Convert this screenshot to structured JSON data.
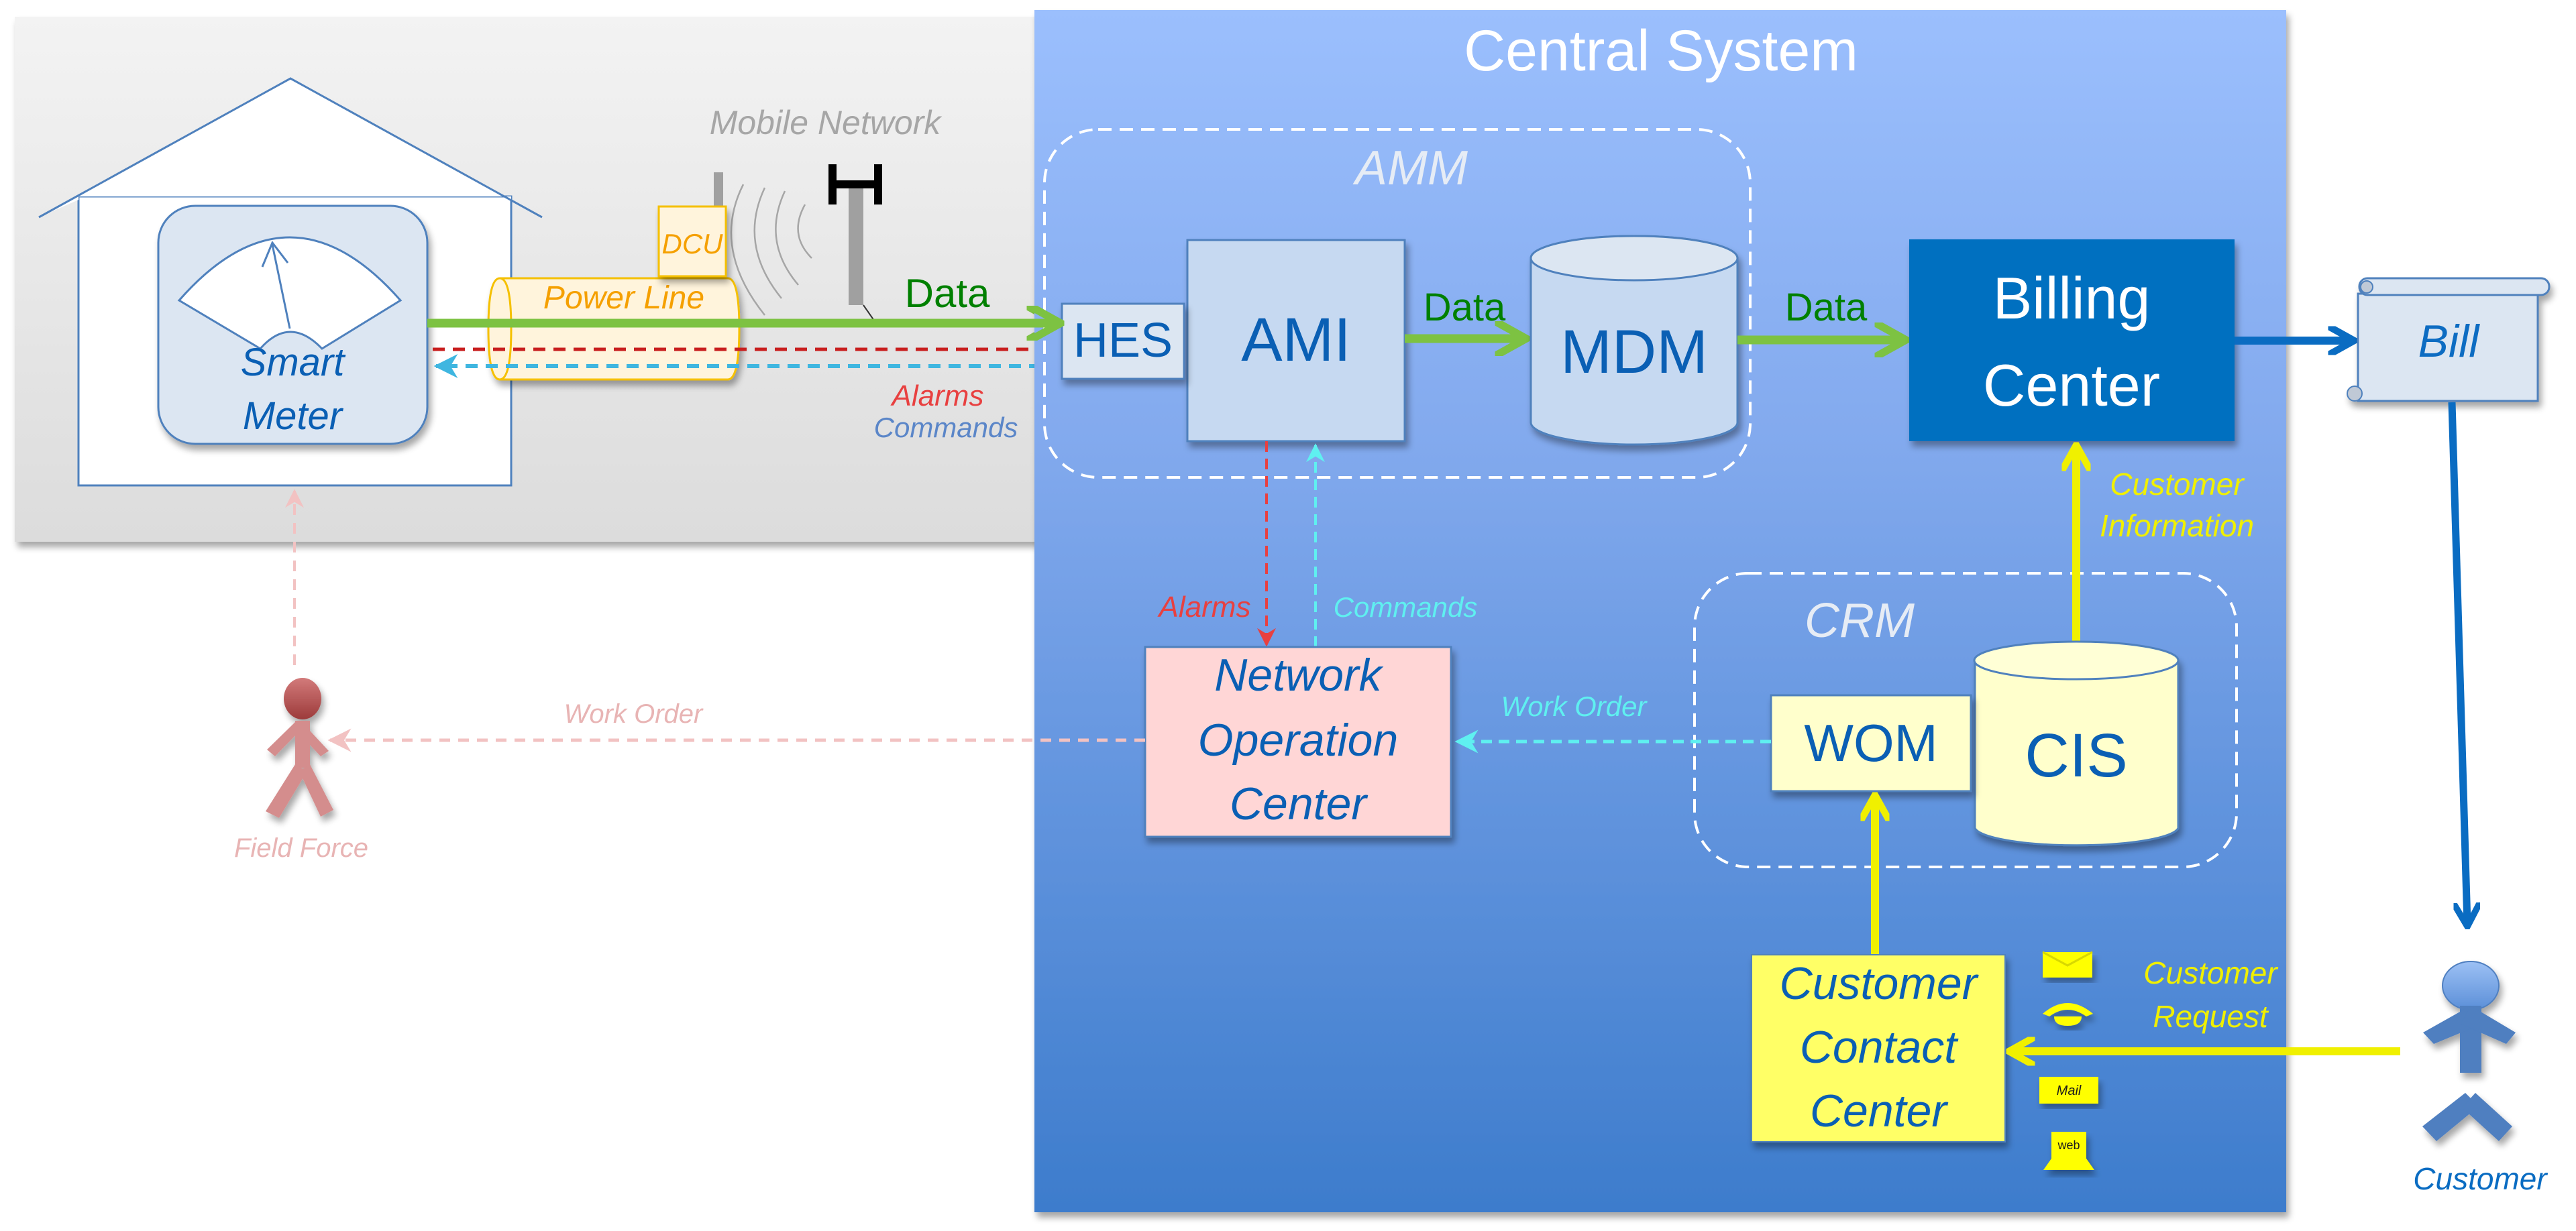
{
  "title": "Central System",
  "colors": {
    "central_top": "#9bbffd",
    "central_bottom": "#3d7ccc",
    "premises_panel": "#eeeeee",
    "node_blue_text": "#0a5fb4",
    "data_arrow": "#7dc242",
    "data_text": "#008000",
    "alarm": "#e84040",
    "command_meter": "#3fb6e0",
    "command_noc": "#5ff0f0",
    "power_line_text": "#f5a000",
    "yellow_flow": "#f0f000",
    "billing_fill": "#0070c0",
    "bill_arrow": "#0a6cc2",
    "field_force": "#d48d8d",
    "customer": "#4f7fc0"
  },
  "premises": {
    "smart_meter": [
      "Smart",
      "Meter"
    ],
    "power_line": "Power Line",
    "dcu": "DCU",
    "mobile_network": "Mobile Network",
    "data_label": "Data",
    "alarms_label": "Alarms",
    "commands_label": "Commands"
  },
  "amm": {
    "label": "AMM",
    "hes": "HES",
    "ami": "AMI",
    "mdm": "MDM",
    "data_ami_mdm": "Data",
    "data_mdm_billing": "Data"
  },
  "billing": {
    "label": [
      "Billing",
      "Center"
    ],
    "bill": "Bill",
    "customer_information": [
      "Customer",
      "Information"
    ]
  },
  "noc": {
    "label": [
      "Network",
      "Operation",
      "Center"
    ],
    "alarms_label": "Alarms",
    "commands_label": "Commands",
    "work_order_in": "Work Order"
  },
  "crm": {
    "label": "CRM",
    "wom": "WOM",
    "cis": "CIS"
  },
  "contact_center": {
    "label": [
      "Customer",
      "Contact",
      "Center"
    ],
    "customer_request": [
      "Customer",
      "Request"
    ],
    "channels": [
      {
        "icon": "envelope-icon",
        "label": ""
      },
      {
        "icon": "telephone-icon",
        "label": ""
      },
      {
        "icon": "mail-tray-icon",
        "label": "Mail"
      },
      {
        "icon": "web-terminal-icon",
        "label": "web"
      }
    ]
  },
  "actors": {
    "field_force": "Field Force",
    "field_work_order": "Work  Order",
    "customer": "Customer"
  }
}
